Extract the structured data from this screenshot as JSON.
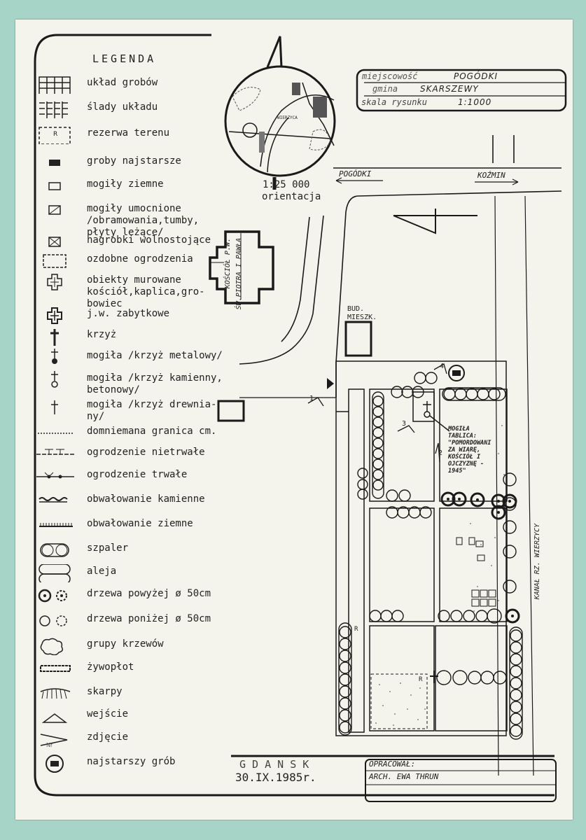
{
  "legend": {
    "title": "LEGENDA",
    "items": [
      {
        "label": "układ grobów",
        "icon": "grid-icon"
      },
      {
        "label": "ślady układu",
        "icon": "dashed-grid-icon"
      },
      {
        "label": "rezerwa terenu",
        "icon": "reserve-icon"
      },
      {
        "label": "groby najstarsze",
        "icon": "filled-rect-icon"
      },
      {
        "label": "mogiły ziemne",
        "icon": "empty-rect-icon"
      },
      {
        "label": "mogiły umocnione\n/obramowania,tumby,\npłyty leżące/",
        "icon": "slashed-rect-icon"
      },
      {
        "label": "nagrobki wolnostojące",
        "icon": "crossed-rect-icon"
      },
      {
        "label": "ozdobne ogrodzenia",
        "icon": "dashed-rect-icon"
      },
      {
        "label": "obiekty murowane\nkościół,kaplica,gro-\nbowiec",
        "icon": "church-outline-icon"
      },
      {
        "label": "j.w. zabytkowe",
        "icon": "church-historic-icon"
      },
      {
        "label": "krzyż",
        "icon": "cross-icon"
      },
      {
        "label": "mogiła /krzyż metalowy/",
        "icon": "cross-filled-dot-icon"
      },
      {
        "label": "mogiła /krzyż kamienny,\nbetonowy/",
        "icon": "cross-empty-dot-icon"
      },
      {
        "label": "mogiła /krzyż drewnia-\nny/",
        "icon": "small-cross-icon"
      },
      {
        "label": "domniemana granica cm.",
        "icon": "dotted-line-icon"
      },
      {
        "label": "ogrodzenie nietrwałe",
        "icon": "temp-fence-icon"
      },
      {
        "label": "ogrodzenie trwałe",
        "icon": "perm-fence-icon"
      },
      {
        "label": "obwałowanie kamienne",
        "icon": "stone-embankment-icon"
      },
      {
        "label": "obwałowanie ziemne",
        "icon": "earth-embankment-icon"
      },
      {
        "label": "szpaler",
        "icon": "row-trees-icon"
      },
      {
        "label": "aleja",
        "icon": "alley-icon"
      },
      {
        "label": "drzewa powyżej ø 50cm",
        "icon": "big-tree-icon"
      },
      {
        "label": "drzewa poniżej ø 50cm",
        "icon": "small-tree-icon"
      },
      {
        "label": "grupy krzewów",
        "icon": "shrub-icon"
      },
      {
        "label": "żywopłot",
        "icon": "hedge-icon"
      },
      {
        "label": "skarpy",
        "icon": "slope-icon"
      },
      {
        "label": "wejście",
        "icon": "entrance-icon"
      },
      {
        "label": "zdjęcie",
        "icon": "photo-icon"
      },
      {
        "label": "najstarszy grób",
        "icon": "oldest-grave-icon"
      }
    ]
  },
  "title_block": {
    "place_label": "miejscowość",
    "place_value": "POGÓDKI",
    "gmina_label": "gmina",
    "gmina_value": "SKARSZEWY",
    "scale_label": "skala rysunku",
    "scale_value": "1:1000"
  },
  "orientation": {
    "scale": "1:25 000",
    "caption": "orientacja",
    "inset_label": "WIERZYCA"
  },
  "map": {
    "road_west": "POGÓDKI",
    "road_east": "KOŹMIN",
    "church_line1": "KOŚCIÓŁ P.W.",
    "church_line2": "ŚW.PIOTRA I PAWŁA",
    "building_line1": "BUD.",
    "building_line2": "MIESZK.",
    "canal": "KANAŁ RZ. WIERZYCY",
    "grave_note": "MOGIŁA\nTABLICA:\n\"POMORDOWANI\nZA WIARĘ,\nKOŚCIÓŁ I\nOJCZYZNĘ -\n1945\"",
    "photos": [
      "1",
      "2",
      "3",
      "4"
    ],
    "reserve_marks": [
      "R",
      "R"
    ]
  },
  "footer": {
    "city": "G D A N S K",
    "date": "30.IX.1985r.",
    "prepared_label": "OPRACOWAŁ:",
    "author": "ARCH. EWA THRUN"
  }
}
